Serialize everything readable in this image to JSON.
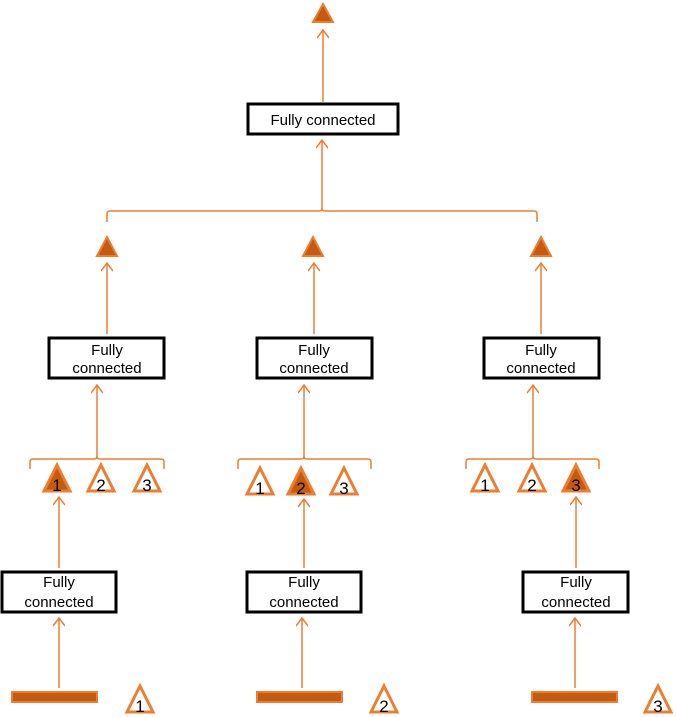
{
  "colors": {
    "accent": "#ED7D31",
    "filled_triangle": "#C55A11",
    "bar": "#C55A11",
    "box_border": "#000000"
  },
  "top": {
    "box_label": "Fully connected"
  },
  "groups": [
    {
      "box_line1": "Fully",
      "box_line2": "connected",
      "triangles": [
        "1",
        "2",
        "3"
      ],
      "active": 0,
      "lower_box_line1": "Fully",
      "lower_box_line2": "connected",
      "input_label": "1"
    },
    {
      "box_line1": "Fully",
      "box_line2": "connected",
      "triangles": [
        "1",
        "2",
        "3"
      ],
      "active": 1,
      "lower_box_line1": "Fully",
      "lower_box_line2": "connected",
      "input_label": "2"
    },
    {
      "box_line1": "Fully",
      "box_line2": "connected",
      "triangles": [
        "1",
        "2",
        "3"
      ],
      "active": 2,
      "lower_box_line1": "Fully",
      "lower_box_line2": "connected",
      "input_label": "3"
    }
  ]
}
